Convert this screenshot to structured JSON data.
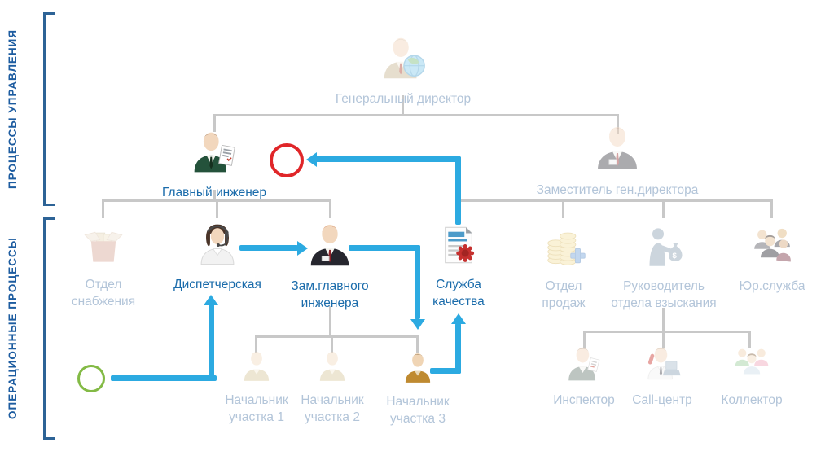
{
  "process_bands": {
    "management_label": "ПРОЦЕССЫ УПРАВЛЕНИЯ",
    "operations_label": "ОПЕРАЦИОННЫЕ ПРОЦЕССЫ"
  },
  "org_nodes": {
    "gen_director": {
      "label": "Генеральный директор",
      "state": "inactive"
    },
    "chief_engineer": {
      "label": "Главный инженер",
      "state": "active"
    },
    "deputy_director": {
      "label": "Заместитель ген.директора",
      "state": "inactive"
    },
    "supply": {
      "line1": "Отдел",
      "line2": "снабжения",
      "state": "inactive"
    },
    "dispatcher": {
      "label": "Диспетчерская",
      "state": "active"
    },
    "deputy_chief": {
      "line1": "Зам.главного",
      "line2": "инженера",
      "state": "active"
    },
    "quality": {
      "line1": "Служба",
      "line2": "качества",
      "state": "active"
    },
    "sales": {
      "line1": "Отдел",
      "line2": "продаж",
      "state": "inactive"
    },
    "collection_head": {
      "line1": "Руководитель",
      "line2": "отдела взыскания",
      "state": "inactive"
    },
    "legal": {
      "label": "Юр.служба",
      "state": "inactive"
    },
    "section1": {
      "line1": "Начальник",
      "line2": "участка 1",
      "state": "inactive"
    },
    "section2": {
      "line1": "Начальник",
      "line2": "участка 2",
      "state": "inactive"
    },
    "section3": {
      "line1": "Начальник",
      "line2": "участка 3",
      "state": "inactive-label-active-icon"
    },
    "inspector": {
      "label": "Инспектор",
      "state": "inactive"
    },
    "call_center": {
      "label": "Call-центр",
      "state": "inactive"
    },
    "collector": {
      "label": "Коллектор",
      "state": "inactive"
    }
  },
  "flow": {
    "arrow_color": "#2caae1",
    "start_marker_color": "#83ba45",
    "end_marker_color": "#e02629"
  },
  "colors": {
    "active_label": "#1b6cab",
    "inactive_label": "#b3c5d9",
    "tree_connector": "#c8c8c8",
    "band_text": "#1d5ca0"
  }
}
